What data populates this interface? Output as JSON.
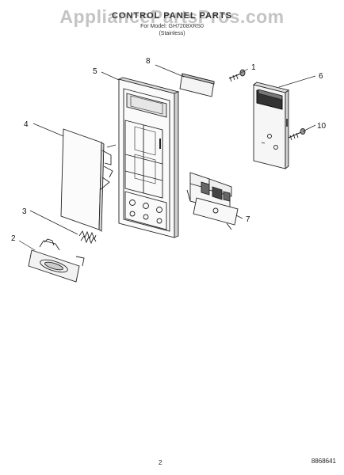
{
  "watermark": "AppliancePartsPros.com",
  "header": {
    "title": "CONTROL PANEL PARTS",
    "subtitle_line1": "For Model: GH7208XRS0",
    "subtitle_line2": "(Stainless)"
  },
  "callouts": [
    "1",
    "2",
    "3",
    "4",
    "5",
    "6",
    "7",
    "8",
    "10"
  ],
  "footer": {
    "page_number": "2",
    "diagram_code": "8868641"
  }
}
